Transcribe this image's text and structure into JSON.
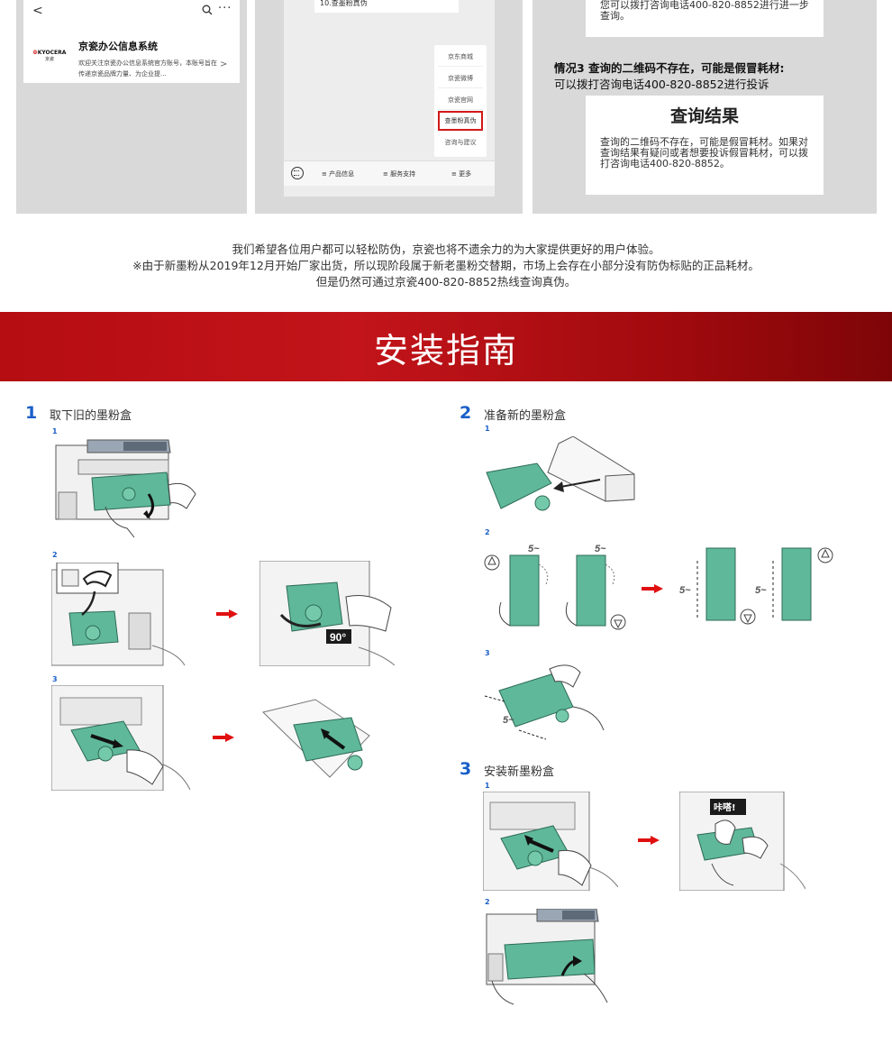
{
  "wechat": {
    "back": "<",
    "more": "···",
    "logo_brand": "KYOCERA",
    "logo_sub": "京瓷",
    "title": "京瓷办公信息系统",
    "desc": "欢迎关注京瓷办公信息系统官方账号，本账号旨在传递京瓷品牌力量、为企业提...",
    "arrow": ">"
  },
  "chat": {
    "bubble": "10.查墨粉真伪",
    "menu": [
      "京东商城",
      "京瓷微博",
      "京瓷官网",
      "查墨粉真伪",
      "咨询与建议"
    ],
    "tabs": [
      "≡ 产品信息",
      "≡ 服务支持",
      "≡ 更多"
    ]
  },
  "verify": {
    "top_text": "您可以拨打咨询电话400-820-8852进行进一步查询。",
    "case3_title": "情况3  查询的二维码不存在，可能是假冒耗材:",
    "case3_text": "可以拨打咨询电话400-820-8852进行投诉",
    "result_title": "查询结果",
    "result_text": "查询的二维码不存在，可能是假冒耗材。如果对查询结果有疑问或者想要投诉假冒耗材，可以拨打咨询电话400-820-8852。"
  },
  "notes": [
    "我们希望各位用户都可以轻松防伪，京瓷也将不遗余力的为大家提供更好的用户体验。",
    "※由于新墨粉从2019年12月开始厂家出货，所以现阶段属于新老墨粉交替期，市场上会存在小部分没有防伪标贴的正品耗材。",
    "但是仍然可通过京瓷400-820-8852热线查询真伪。"
  ],
  "banner": {
    "title": "安装指南"
  },
  "steps": [
    {
      "num": "1",
      "label": "取下旧的墨粉盒"
    },
    {
      "num": "2",
      "label": "准备新的墨粉盒"
    },
    {
      "num": "3",
      "label": "安装新墨粉盒"
    }
  ],
  "subnums": {
    "one": "1",
    "two": "2",
    "three": "3"
  },
  "labels": {
    "deg": "90°",
    "click": "咔嗒!",
    "five": "5~"
  },
  "colors": {
    "toner_green": "#5fb89a",
    "banner_red": "#b50d12",
    "step_blue": "#1a5fc8",
    "arrow_red": "#e01010"
  }
}
